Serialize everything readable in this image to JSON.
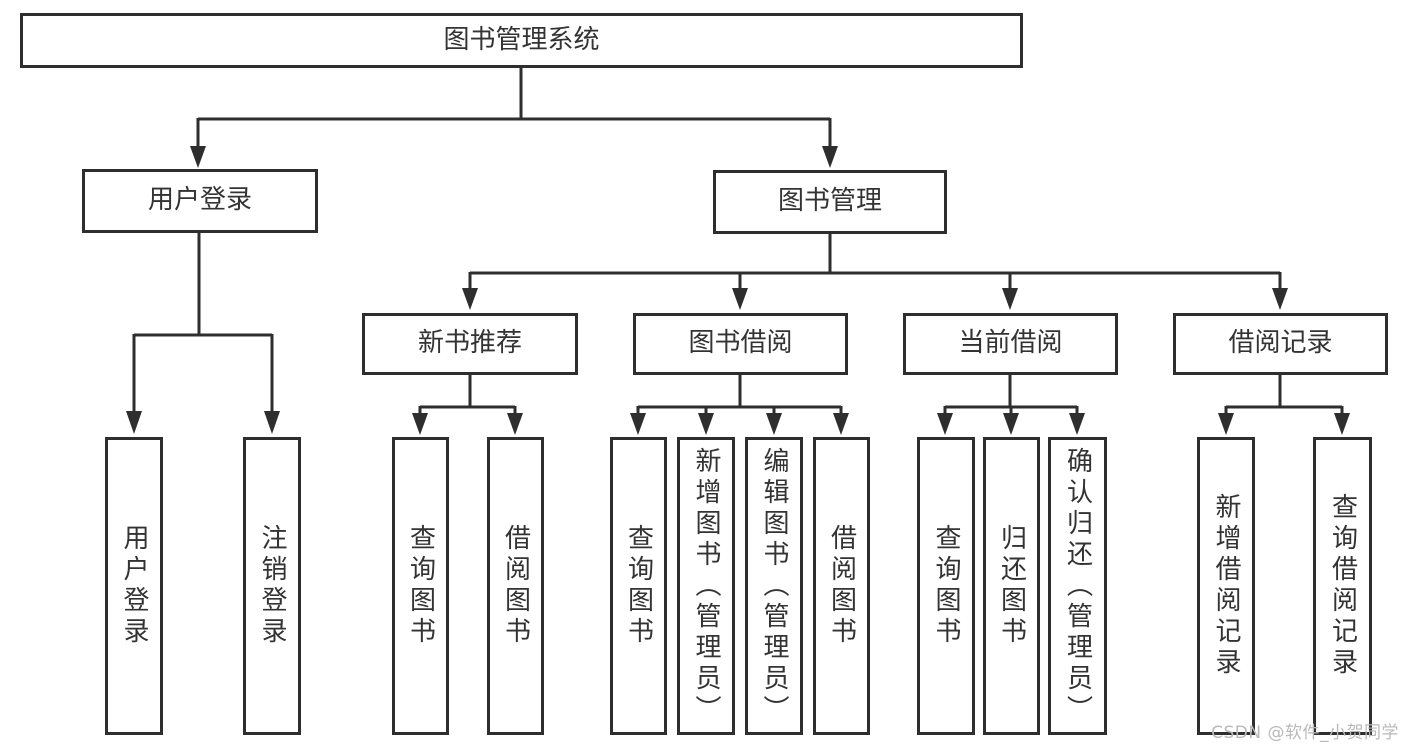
{
  "diagram": {
    "root_label": "图书管理系统",
    "branches": {
      "user_login": {
        "label": "用户登录",
        "children": [
          "用户登录",
          "注销登录"
        ]
      },
      "book_management": {
        "label": "图书管理",
        "sections": {
          "new_book_recommend": {
            "label": "新书推荐",
            "children": [
              "查询图书",
              "借阅图书"
            ]
          },
          "book_borrow": {
            "label": "图书借阅",
            "children": [
              "查询图书",
              "新增图书（管理员）",
              "编辑图书（管理员）",
              "借阅图书"
            ]
          },
          "current_borrow": {
            "label": "当前借阅",
            "children": [
              "查询图书",
              "归还图书",
              "确认归还（管理员）"
            ]
          },
          "borrow_record": {
            "label": "借阅记录",
            "children": [
              "新增借阅记录",
              "查询借阅记录"
            ]
          }
        }
      }
    }
  },
  "watermark": {
    "text": "CSDN @软件_小贺同学"
  },
  "colors": {
    "line": "#2e2e2e",
    "text": "#333333",
    "watermark": "#b9b9b9",
    "background": "#ffffff"
  }
}
